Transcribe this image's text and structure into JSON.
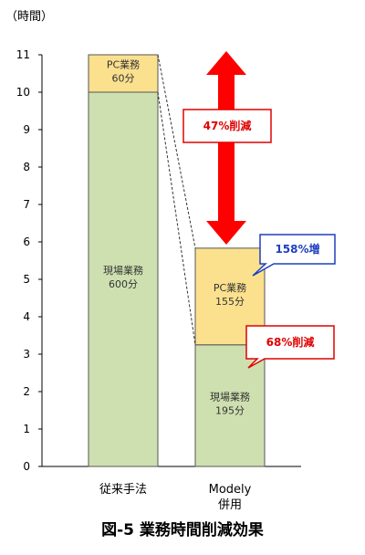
{
  "chart_data": {
    "type": "bar",
    "stacked": true,
    "unit_label": "（時間）",
    "caption": "図-5 業務時間削減効果",
    "ylim": [
      0,
      11
    ],
    "yticks": [
      0,
      1,
      2,
      3,
      4,
      5,
      6,
      7,
      8,
      9,
      10,
      11
    ],
    "categories": [
      {
        "lines": [
          "従来手法"
        ]
      },
      {
        "lines": [
          "Modely",
          "併用"
        ]
      }
    ],
    "series": [
      {
        "name": "現場業務",
        "color": "#cfe0b0",
        "values": [
          10,
          3.25
        ],
        "labels": [
          [
            "現場業務",
            "600分"
          ],
          [
            "現場業務",
            "195分"
          ]
        ]
      },
      {
        "name": "PC業務",
        "color": "#fbe08e",
        "values": [
          1,
          2.583
        ],
        "labels": [
          [
            "PC業務",
            "60分"
          ],
          [
            "PC業務",
            "155分"
          ]
        ]
      }
    ],
    "annotations": {
      "total_reduction": {
        "text": "47%削減",
        "color": "#e00000"
      },
      "pc_increase": {
        "text": "158%増",
        "color": "#1f3fbf"
      },
      "field_reduction": {
        "text": "68%削減",
        "color": "#e00000"
      }
    }
  }
}
